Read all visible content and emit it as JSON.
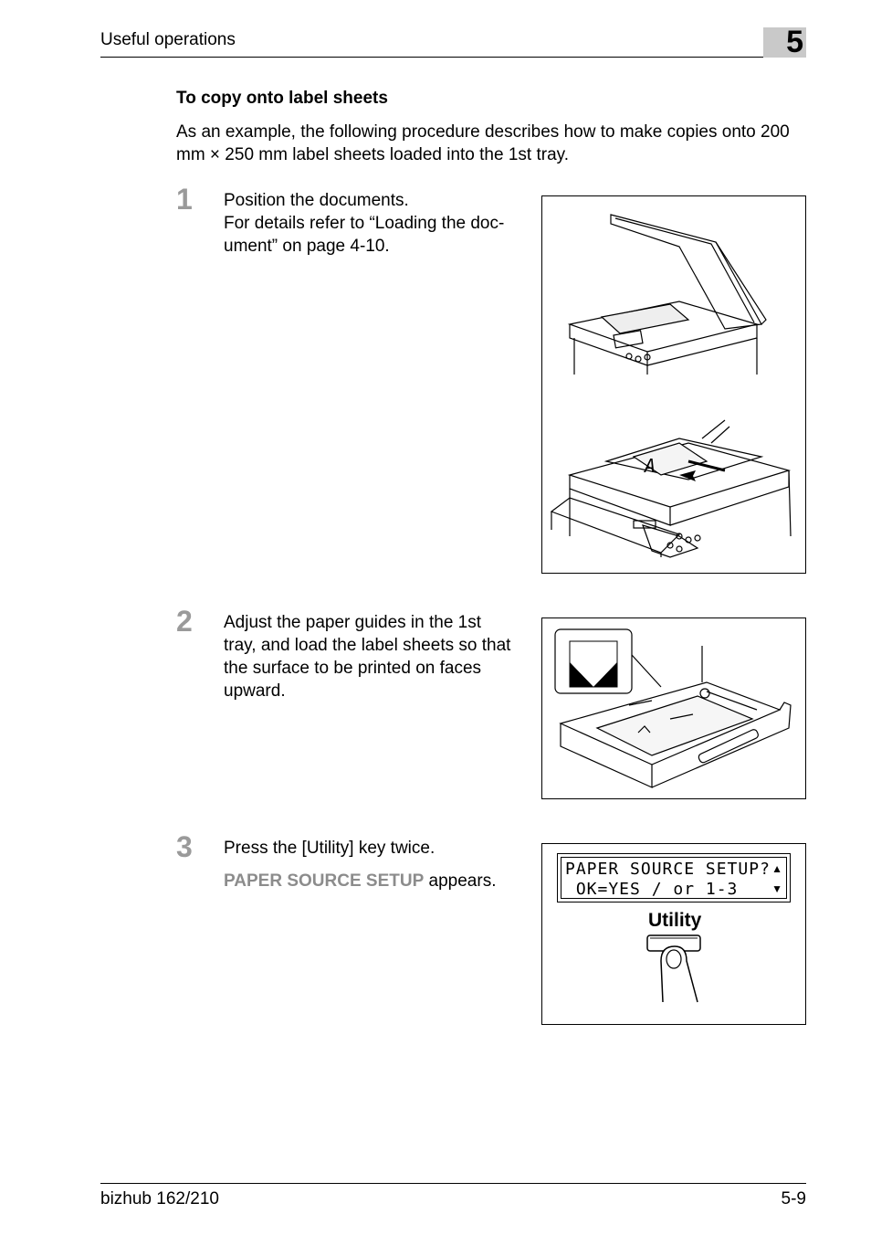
{
  "header": {
    "section": "Useful operations",
    "chapter": "5"
  },
  "heading": "To copy onto label sheets",
  "intro": "As an example, the following procedure describes how to make copies onto 200 mm × 250 mm label sheets loaded into the 1st tray.",
  "steps": [
    {
      "num": "1",
      "lines": [
        "Position the documents.",
        "For details refer to “Loading the doc-",
        "ument” on page 4-10."
      ]
    },
    {
      "num": "2",
      "lines": [
        "Adjust the paper guides in the 1st",
        "tray, and load the label sheets so that",
        "the surface to be printed on faces",
        "upward."
      ]
    },
    {
      "num": "3",
      "line1": "Press the [Utility] key twice.",
      "highlight": "PAPER SOURCE SETUP",
      "suffix": " appears."
    }
  ],
  "display": {
    "line1": "PAPER SOURCE SETUP?",
    "line2": " OK=YES / or 1-3",
    "key_label": "Utility"
  },
  "footer": {
    "model": "bizhub 162/210",
    "page": "5-9"
  }
}
